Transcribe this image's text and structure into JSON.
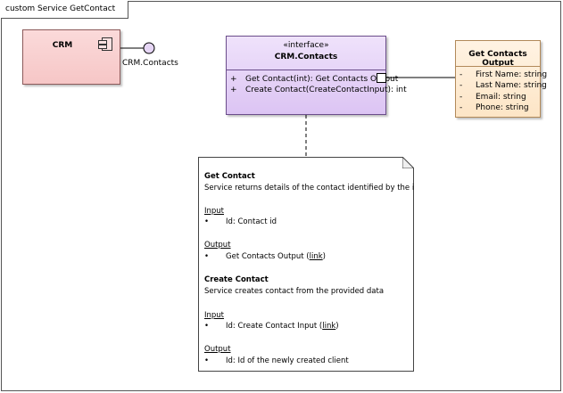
{
  "frame": {
    "title": "custom Service GetContact"
  },
  "component": {
    "name": "CRM",
    "provided_interface": "CRM.Contacts"
  },
  "interface": {
    "stereotype": "«interface»",
    "name": "CRM.Contacts",
    "operations": [
      {
        "visibility": "+",
        "signature": "Get Contact(int): Get Contacts Output"
      },
      {
        "visibility": "+",
        "signature": "Create Contact(CreateContactInput): int"
      }
    ]
  },
  "class": {
    "name": "Get Contacts Output",
    "attributes": [
      {
        "visibility": "-",
        "text": "First Name: string"
      },
      {
        "visibility": "-",
        "text": "Last Name: string"
      },
      {
        "visibility": "-",
        "text": "Email: string"
      },
      {
        "visibility": "-",
        "text": "Phone: string"
      }
    ]
  },
  "note": {
    "get_title": "Get Contact",
    "get_desc": "Service returns details of the contact identified by the id",
    "get_input_label": "Input",
    "get_input_item": "Id: Contact id",
    "get_output_label": "Output",
    "get_output_item_prefix": "Get Contacts Output (",
    "get_output_link": "link",
    "get_output_item_suffix": ")",
    "create_title": "Create Contact",
    "create_desc": "Service creates contact from the provided data",
    "create_input_label": "Input",
    "create_input_item_prefix": "Id: Create Contact Input (",
    "create_input_link": "link",
    "create_input_item_suffix": ")",
    "create_output_label": "Output",
    "create_output_item": "Id: Id of the newly created client",
    "bullet": "•"
  }
}
